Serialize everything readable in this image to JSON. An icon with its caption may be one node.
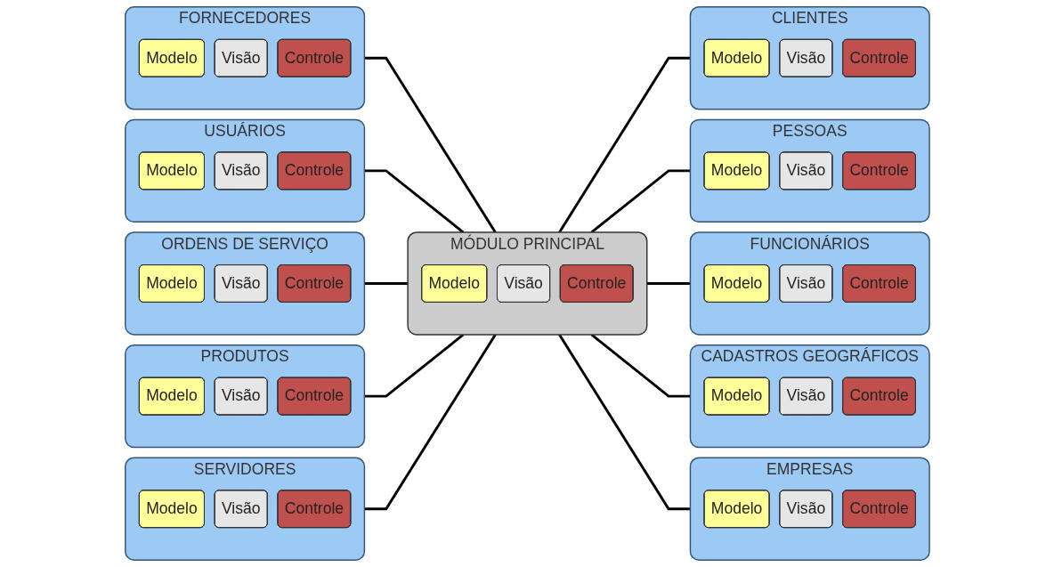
{
  "diagram": {
    "nodes": [
      {
        "text": [
          "FORNECEDORES"
        ]
      },
      {
        "text": [
          "Modelo"
        ],
        "in": 0
      },
      {
        "text": [
          "Visão"
        ],
        "in": 0
      },
      {
        "text": [
          "Controle"
        ],
        "in": 0
      },
      {
        "text": [
          "SERVIDORES"
        ]
      },
      {
        "text": [
          "Modelo"
        ],
        "in": 4
      },
      {
        "text": [
          "Visão"
        ],
        "in": 4
      },
      {
        "text": [
          "Controle"
        ],
        "in": 4
      },
      {
        "text": [
          "PESSOAS"
        ]
      },
      {
        "text": [
          "Modelo"
        ],
        "in": 8
      },
      {
        "text": [
          "Visão"
        ],
        "in": 8
      },
      {
        "text": [
          "Controle"
        ],
        "in": 8
      },
      {
        "text": [
          "USUÁRIOS"
        ]
      },
      {
        "text": [
          "Modelo"
        ],
        "in": 12
      },
      {
        "text": [
          "Visão"
        ],
        "in": 12
      },
      {
        "text": [
          "Controle"
        ],
        "in": 12
      },
      {
        "text": [
          "FUNCIONÁRIOS"
        ]
      },
      {
        "text": [
          "Modelo"
        ],
        "in": 16
      },
      {
        "text": [
          "Visão"
        ],
        "in": 16
      },
      {
        "text": [
          "Controle"
        ],
        "in": 16
      },
      {
        "text": [
          "MÓDULO PRINCIPAL"
        ]
      },
      {
        "text": [
          "Modelo"
        ],
        "in": 20
      },
      {
        "text": [
          "Visão"
        ],
        "in": 20
      },
      {
        "text": [
          "Controle"
        ],
        "in": 20
      },
      {
        "text": [
          "ORDENS DE SERVIÇO"
        ]
      },
      {
        "text": [
          "Modelo"
        ],
        "in": 24
      },
      {
        "text": [
          "Visão"
        ],
        "in": 24
      },
      {
        "text": [
          "Controle"
        ],
        "in": 24
      },
      {
        "text": [
          "CADASTROS GEOGRÁFICOS"
        ]
      },
      {
        "text": [
          "Modelo"
        ],
        "in": 28
      },
      {
        "text": [
          "Visão"
        ],
        "in": 28
      },
      {
        "text": [
          "Controle"
        ],
        "in": 28
      },
      {
        "text": [
          "PRODUTOS"
        ]
      },
      {
        "text": [
          "Modelo"
        ],
        "in": 32
      },
      {
        "text": [
          "Visão"
        ],
        "in": 32
      },
      {
        "text": [
          "Controle"
        ],
        "in": 32
      },
      {
        "text": [
          "CLIENTES"
        ]
      },
      {
        "text": [
          "Modelo"
        ],
        "in": 36
      },
      {
        "text": [
          "Visão"
        ],
        "in": 36
      },
      {
        "text": [
          "Controle"
        ],
        "in": 36
      },
      {
        "text": [
          "EMPRESAS"
        ]
      },
      {
        "text": [
          "Modelo"
        ],
        "in": 40
      },
      {
        "text": [
          "Visão"
        ],
        "in": 40
      },
      {
        "text": [
          "Controle"
        ],
        "in": 40
      }
    ],
    "edges": [
      {
        "from": 0,
        "to": 20,
        "arrow": "none"
      },
      {
        "from": 12,
        "to": 20,
        "arrow": "none"
      },
      {
        "from": 24,
        "to": 20,
        "arrow": "none"
      },
      {
        "from": 32,
        "to": 20,
        "arrow": "none"
      },
      {
        "from": 4,
        "to": 20,
        "arrow": "none"
      },
      {
        "from": 20,
        "to": 36,
        "arrow": "none"
      },
      {
        "from": 20,
        "to": 8,
        "arrow": "none"
      },
      {
        "from": 20,
        "to": 16,
        "arrow": "none"
      },
      {
        "from": 20,
        "to": 28,
        "arrow": "none"
      },
      {
        "from": 20,
        "to": 40,
        "arrow": "none"
      }
    ]
  }
}
